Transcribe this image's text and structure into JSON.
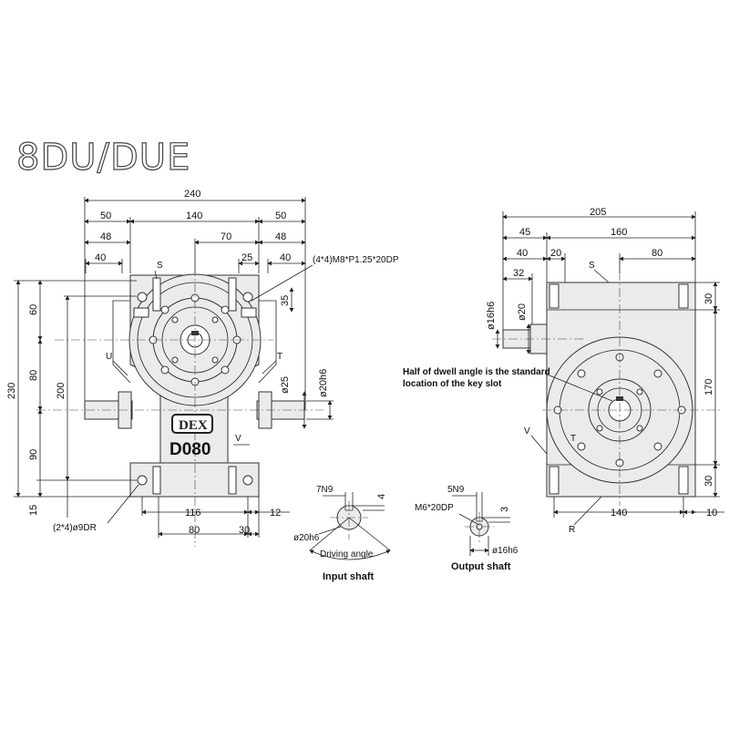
{
  "title": "8DU/DUE",
  "brand": {
    "logo_text": "DEX",
    "model": "D080"
  },
  "front_view": {
    "dims_top": [
      "240",
      "50",
      "140",
      "50",
      "48",
      "70",
      "48",
      "40",
      "25",
      "40"
    ],
    "dims_right": [
      "35",
      "ø25",
      "ø20h6"
    ],
    "dims_left": [
      "230",
      "60",
      "80",
      "200",
      "90",
      "15"
    ],
    "dims_bottom": [
      "116",
      "12",
      "80",
      "30"
    ],
    "tap_note": "(4*4)M8*P1.25*20DP",
    "hole_note": "(2*4)ø9DR",
    "face_labels": [
      "S",
      "U",
      "T",
      "V"
    ]
  },
  "side_view": {
    "dims_top": [
      "205",
      "45",
      "160",
      "40",
      "20",
      "80",
      "32"
    ],
    "dims_left": [
      "ø16h6",
      "ø20"
    ],
    "dims_right": [
      "30",
      "170",
      "30"
    ],
    "dims_bottom": [
      "140",
      "10"
    ],
    "face_labels": [
      "S",
      "V",
      "R",
      "T"
    ],
    "key_note_line1": "Half of dwell angle is the standard",
    "key_note_line2": "location of the key slot"
  },
  "input_shaft": {
    "caption": "Input shaft",
    "key_width": "7N9",
    "key_depth": "4",
    "diameter": "ø20h6",
    "angle_label": "Driving angle"
  },
  "output_shaft": {
    "caption": "Output shaft",
    "key_width": "5N9",
    "key_depth": "3",
    "tap": "M6*20DP",
    "diameter": "ø16h6"
  }
}
